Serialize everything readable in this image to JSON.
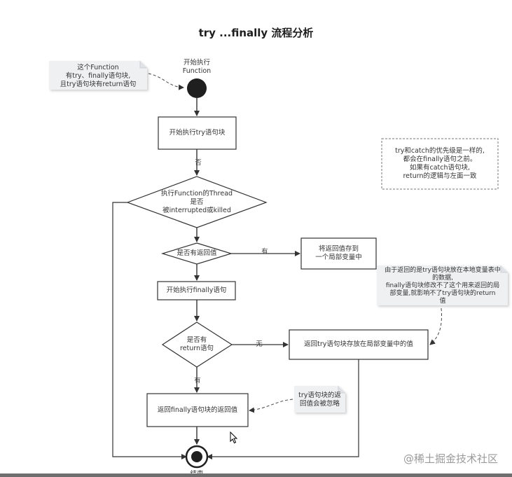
{
  "title": "try ...finally 流程分析",
  "start": {
    "label_line1": "开始执行",
    "label_line2": "Function"
  },
  "note_left": {
    "line1": "这个Function",
    "line2": "有try、finally语句块,",
    "line3": "且try语句块有return语句"
  },
  "note_right_top": {
    "line1": "try和catch的优先级是一样的,",
    "line2": "都会在finally语句之前。",
    "line3": "如果有catch语句块,",
    "line4": "return的逻辑与左面一致"
  },
  "note_right_mid": {
    "line1": "由于返回的是try语句块放在本地变量表中",
    "line2": "的数据,",
    "line3": "finally语句块修改不了这个用来返回的局",
    "line4": "部变量,就影响不了try语句块的return",
    "line5": "值"
  },
  "note_bottom": {
    "line1": "try语句块的返",
    "line2": "回值会被忽略"
  },
  "box_try": "开始执行try语句块",
  "edge_no_1": "否",
  "decision_thread": {
    "line1": "执行Function的Thread",
    "line2": "是否",
    "line3": "被interrupted或killed"
  },
  "decision_return": "是否有返回值",
  "edge_yes_1": "有",
  "box_store": {
    "line1": "将返回值存到",
    "line2": "一个局部变量中"
  },
  "box_finally": "开始执行finally语句",
  "decision_finally_return": {
    "line1": "是否有",
    "line2": "return语句"
  },
  "edge_none": "无",
  "box_return_try": "返回try语句块存放在局部变量中的值",
  "edge_yes_2": "有",
  "box_return_finally": "返回finally语句块的返回值",
  "end_label": "结束",
  "watermark": "@稀土掘金技术社区"
}
